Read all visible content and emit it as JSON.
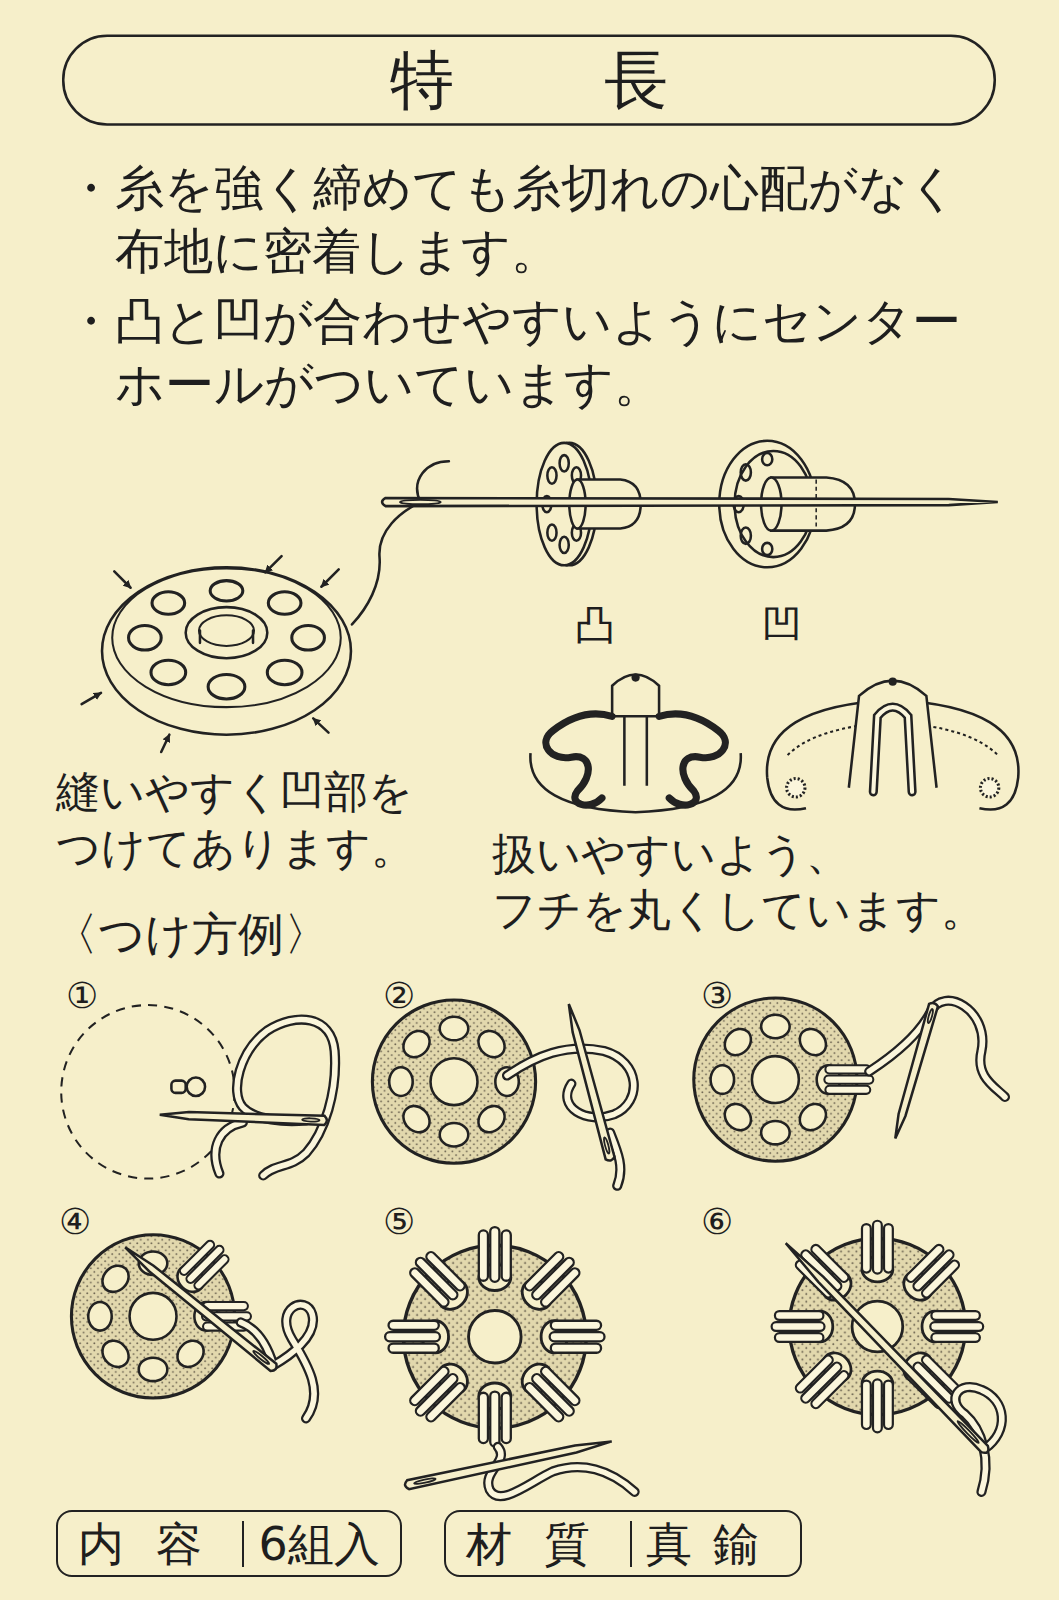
{
  "diagram": {
    "title": "特長",
    "nodes": [
      {
        "text": [
          "内容",
          "6組入"
        ]
      },
      {
        "text": [
          "材質",
          "真鍮"
        ]
      }
    ],
    "labels": [
      "・糸を強く締めても糸切れの心配がなく 布地に密着します。",
      "・凸と凹が合わせやすいようにセンター ホールがついています。",
      "凸",
      "凹",
      "縫いやすく凹部を つけてあります。",
      "扱いやすいよう、 フチを丸くしています。",
      "〈つけ方例〉",
      "①",
      "②",
      "③",
      "④",
      "⑤",
      "⑥"
    ]
  }
}
